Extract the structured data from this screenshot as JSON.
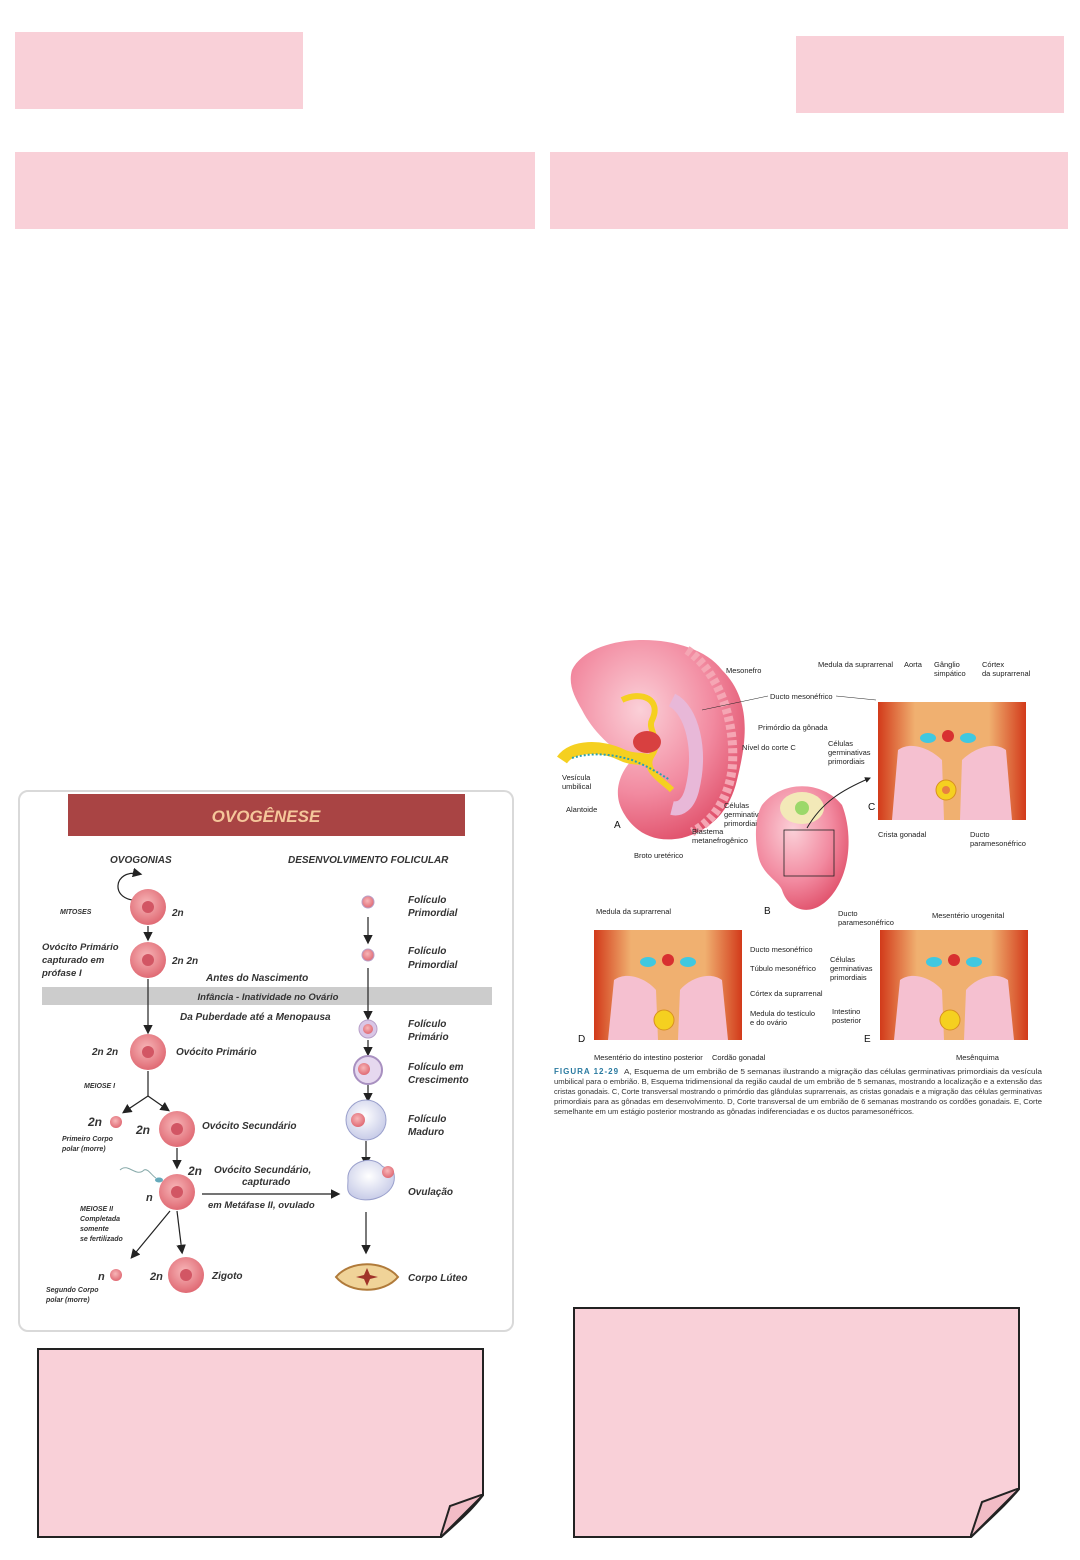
{
  "ovogenese": {
    "title": "OVOGÊNESE",
    "col_left": "OVOGONIAS",
    "col_right": "DESENVOLVIMENTO FOLICULAR",
    "mitoses": "MITOSES",
    "c2n_a": "2n",
    "oocito_prim_captured": [
      "Ovócito Primário",
      "capturado em",
      "prófase I"
    ],
    "c2n2n_a": "2n 2n",
    "antes": "Antes do Nascimento",
    "infancia": "Infância - Inatividade no Ovário",
    "puberdade": "Da Puberdade até a Menopausa",
    "c2n2n_b": "2n 2n",
    "oocito_primario": "Ovócito Primário",
    "meiose_i": "MEIOSE I",
    "c2n_b": "2n",
    "primeiro_corpo": [
      "Primeiro Corpo",
      "polar (morre)"
    ],
    "c2n_c": "2n",
    "oocito_secundario": "Ovócito Secundário",
    "c2n_d": "2n",
    "oocito_sec_captured": [
      "Ovócito Secundário,",
      "capturado"
    ],
    "metafase": "em Metáfase II, ovulado",
    "n_a": "n",
    "meiose_ii": [
      "MEIOSE II",
      "Completada",
      "somente",
      "se fertilizado"
    ],
    "n_b": "n",
    "segundo_corpo": [
      "Segundo Corpo",
      "polar (morre)"
    ],
    "c2n_e": "2n",
    "zigoto": "Zigoto",
    "foliculo_primordial_1": [
      "Folículo",
      "Primordial"
    ],
    "foliculo_primordial_2": [
      "Folículo",
      "Primordial"
    ],
    "foliculo_primario": [
      "Folículo",
      "Primário"
    ],
    "foliculo_crescimento": [
      "Folículo em",
      "Crescimento"
    ],
    "foliculo_maduro": [
      "Folículo",
      "Maduro"
    ],
    "ovulacao": "Ovulação",
    "corpo_luteo": "Corpo Lúteo"
  },
  "embryo": {
    "labels": {
      "mesonefro": "Mesonefro",
      "ducto_mesonefrico": "Ducto mesonéfrico",
      "primordio_gonada": "Primórdio da gônada",
      "nivel_corte": "Nível do corte C",
      "vesicula": [
        "Vesícula",
        "umbilical"
      ],
      "alantoide": "Alantoide",
      "celulas_a": [
        "Células",
        "germinativas",
        "primordiais"
      ],
      "blastema": [
        "Blastema",
        "metanefrogênico"
      ],
      "broto": "Broto uretérico",
      "medula_supra": "Medula da suprarrenal",
      "aorta": "Aorta",
      "ganglio": [
        "Gânglio",
        "simpático"
      ],
      "cortex_supra": [
        "Córtex",
        "da suprarrenal"
      ],
      "celulas_c": [
        "Células",
        "germinativas",
        "primordiais"
      ],
      "crista": "Crista gonadal",
      "ducto_para_c": [
        "Ducto",
        "paramesonéfrico"
      ],
      "medula_supra_d": "Medula da suprarrenal",
      "ducto_meso_d": "Ducto mesonéfrico",
      "tubulo": "Túbulo mesonéfrico",
      "cortex_d": "Córtex da suprarrenal",
      "medula_testiculo": [
        "Medula do testículo",
        "e do ovário"
      ],
      "mesenterio_int": "Mesentério do intestino posterior",
      "cordao": "Cordão gonadal",
      "ducto_para_e": [
        "Ducto",
        "paramesonéfrico"
      ],
      "mesenterio_uro": "Mesentério urogenital",
      "celulas_e": [
        "Células",
        "germinativas",
        "primordiais"
      ],
      "intestino": [
        "Intestino",
        "posterior"
      ],
      "mesenquima": "Mesênquima"
    },
    "letters": [
      "A",
      "B",
      "C",
      "D",
      "E"
    ],
    "caption_label": "FIGURA 12-29",
    "caption_lines": [
      "A, Esquema de um embrião de 5 semanas ilustrando a migração das células germinativas primordiais da vesícula",
      "umbilical para o embrião. B, Esquema tridimensional da região caudal de um embrião de 5 semanas, mostrando a localização e a extensão das",
      "cristas gonadais. C, Corte transversal mostrando o primórdio das glândulas suprarrenais, as cristas gonadais e a migração das células germinativas",
      "primordiais para as gônadas em desenvolvimento. D, Corte transversal de um embrião de 6 semanas mostrando os cordões gonadais. E, Corte",
      "semelhante em um estágio posterior mostrando as gônadas indiferenciadas e os ductos paramesonéfricos."
    ]
  },
  "colors": {
    "pink_box": "#f9d0d8",
    "banner": "#a94444",
    "band": "#cccccc",
    "cell": "#e77a82"
  }
}
